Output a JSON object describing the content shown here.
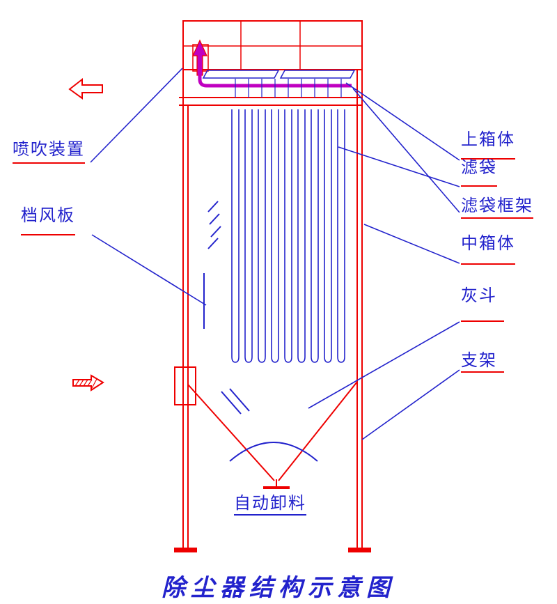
{
  "title": "除尘器结构示意图",
  "colors": {
    "red": "#ee0000",
    "blue": "#2222cc",
    "magenta": "#c000c0"
  },
  "labels": {
    "blow_device": "喷吹装置",
    "baffle": "档风板",
    "upper_box": "上箱体",
    "filter_bag": "滤袋",
    "bag_cage": "滤袋框架",
    "middle_box": "中箱体",
    "ash_hopper": "灰斗",
    "support": "支架",
    "auto_discharge": "自动卸料"
  },
  "icons": {
    "outlet_arrow": "left-block-arrow",
    "inlet_arrow": "right-block-arrow",
    "pulse_arrow": "up-arrow"
  }
}
